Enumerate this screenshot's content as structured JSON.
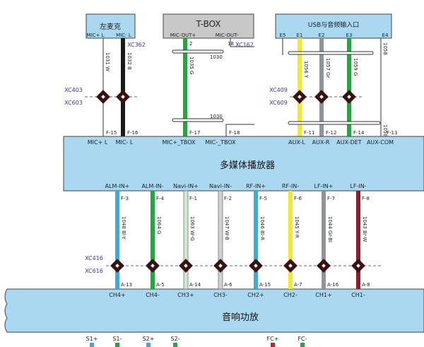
{
  "modules": {
    "mic": {
      "title": "左麦克",
      "pins": [
        "MIC+ L",
        "MIC- L"
      ]
    },
    "tbox": {
      "title": "T-BOX",
      "pins": [
        "MIC-OUT+",
        "MIC-OUT-"
      ]
    },
    "usb": {
      "title": "USB与音频输入口",
      "pins": [
        "E5",
        "E1",
        "E2",
        "E3",
        "E4"
      ]
    },
    "player": {
      "title": "多媒体播放器"
    },
    "amp": {
      "title": "音响功放"
    }
  },
  "connectors": {
    "xc362": "XC362",
    "xc162": "XC162",
    "xc403": "XC403",
    "xc603": "XC603",
    "xc409": "XC409",
    "xc609": "XC609",
    "xc416": "XC416",
    "xc616": "XC616"
  },
  "top_pin_nums": {
    "tbox_2": "2",
    "tbox_18": "18"
  },
  "splices": {
    "s1030a": "1030",
    "s1030b": "1030"
  },
  "top_wires": [
    {
      "code": "1031 W",
      "pin": "F-15",
      "end_label": "MIC+ L",
      "color": "#ffffff"
    },
    {
      "code": "1032 B",
      "pin": "F-16",
      "end_label": "MIC- L",
      "color": "#1a1a1a"
    },
    {
      "code": "1035 G",
      "pin": "F-17",
      "end_label": "MIC+_TBOX",
      "color": "#1faa3c"
    },
    {
      "code": "",
      "pin": "F-18",
      "end_label": "MIC-_TBOX",
      "color": "#ffffff"
    },
    {
      "code": "1056 Y",
      "pin": "F-11",
      "end_label": "AUX-L",
      "color": "#f5e82a"
    },
    {
      "code": "1057 Gr",
      "pin": "F-12",
      "end_label": "AUX-R",
      "color": "#8e9499"
    },
    {
      "code": "1059 G",
      "pin": "F-14",
      "end_label": "AUX-DET",
      "color": "#1faa3c"
    },
    {
      "code": "1058",
      "pin": "F-13",
      "end_label": "AUX-COM",
      "color": "#ffffff"
    }
  ],
  "bottom_wires": [
    {
      "top_label": "ALM-IN+",
      "top_pin": "F-3",
      "code": "1048 Bl-Y",
      "bot_pin": "A-13",
      "bot_label": "CH4+",
      "color": "#3fa9d8"
    },
    {
      "top_label": "ALM-IN-",
      "top_pin": "F-4",
      "code": "1064 G",
      "bot_pin": "A-5",
      "bot_label": "CH4-",
      "color": "#1faa3c"
    },
    {
      "top_label": "Navi-IN+",
      "top_pin": "F-1",
      "code": "1063 W-G",
      "bot_pin": "A-14",
      "bot_label": "CH3+",
      "color": "#cfe8d2"
    },
    {
      "top_label": "Navi-IN-",
      "top_pin": "F-2",
      "code": "1047 W-B",
      "bot_pin": "A-6",
      "bot_label": "CH3-",
      "color": "#d0d0d0"
    },
    {
      "top_label": "RF-IN+",
      "top_pin": "F-5",
      "code": "1046 Bl-R",
      "bot_pin": "A-15",
      "bot_label": "CH2+",
      "color": "#3fa9d8"
    },
    {
      "top_label": "RF-IN-",
      "top_pin": "F-6",
      "code": "1045 Y-R",
      "bot_pin": "A-7",
      "bot_label": "CH2-",
      "color": "#f5e82a"
    },
    {
      "top_label": "LF-IN+",
      "top_pin": "F-7",
      "code": "1044 Gr-Bl",
      "bot_pin": "A-16",
      "bot_label": "CH1+",
      "color": "#8e9499"
    },
    {
      "top_label": "LF-IN-",
      "top_pin": "F-8",
      "code": "1043 Br-W",
      "bot_pin": "A-8",
      "bot_label": "CH1-",
      "color": "#8a1e2a"
    }
  ],
  "amp_bottom_labels": [
    "S1+",
    "S1-",
    "S2+",
    "S2-",
    "FC+",
    "FC-"
  ],
  "colors": {
    "box": "#a9d8f0",
    "box_border": "#555555",
    "tbox": "#c8c8c8",
    "diamond": "#3a1010"
  }
}
